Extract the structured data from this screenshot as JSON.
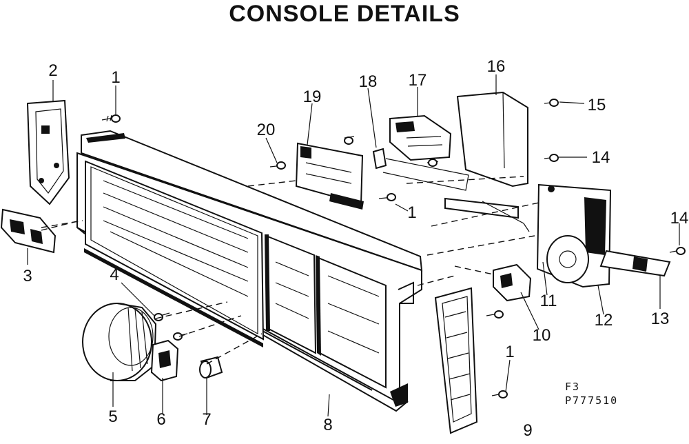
{
  "title": "CONSOLE DETAILS",
  "callouts": {
    "c1a": "1",
    "c1b": "1",
    "c1c": "1",
    "c2": "2",
    "c3": "3",
    "c4": "4",
    "c5": "5",
    "c6": "6",
    "c7": "7",
    "c8": "8",
    "c9": "9",
    "c10": "10",
    "c11": "11",
    "c12": "12",
    "c13": "13",
    "c14a": "14",
    "c14b": "14",
    "c15": "15",
    "c16": "16",
    "c17": "17",
    "c18": "18",
    "c19": "19",
    "c20": "20"
  },
  "drawing_code": {
    "line1": "F3",
    "line2": "P777510"
  }
}
